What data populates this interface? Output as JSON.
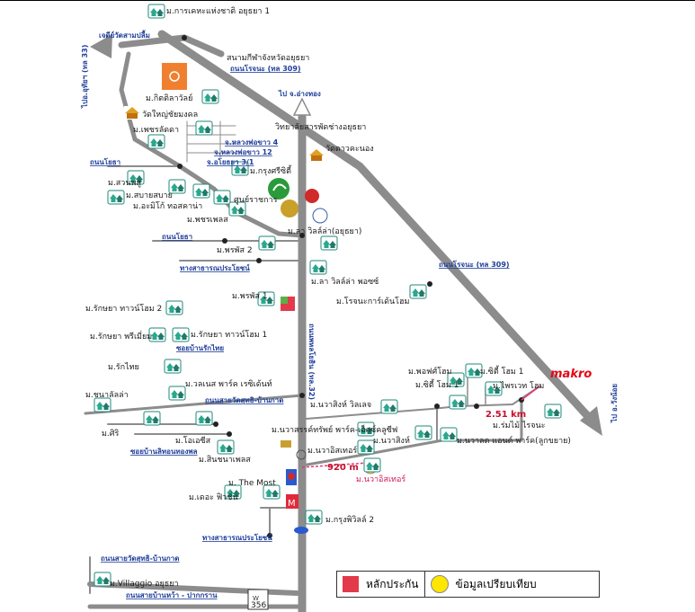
{
  "colors": {
    "road": "#8c8c8c",
    "highlight": "#e23a4a",
    "compare": "#ffe600",
    "road_label": "#1f3e9a",
    "makro": "#e30613"
  },
  "legend": {
    "guarantee_label": "หลักประกัน",
    "compare_label": "ข้อมูลเปรียบเทียบ"
  },
  "brand": {
    "makro": "makro"
  },
  "distances": {
    "d1": "920 m",
    "d2": "2.51 km"
  },
  "roads": {
    "r1": "ไปอ.อุทัยฯ (ทล 33)",
    "r2": "เจดีย์วัดสามปลื้ม",
    "r3": "ถนนโรจนะ (ทล 309)",
    "r4": "ไป จ.อ่างทอง",
    "r5": "ถนนโรจนะ (ทล 309)",
    "r6": "ถนนพหลโยธิน (ทล.32)",
    "r7": "ถนนโยธา",
    "r8": "ถนนโยธา",
    "r9": "ทางสาธารณประโยชน์",
    "r10": "ซอยบ้านรักไทย",
    "r11": "ถนนสายวัดสุทธิ-บ้านกาด",
    "r12": "ซอยบ้านลิทอนทองพล",
    "r13": "ทางสาธารณประโยชน์",
    "r14": "ถนนสายวัดสุทธิ-บ้านกาด",
    "r15": "ถนนสายบ้านหว้า - ปากกราน",
    "r16": "ไป อ.วังน้อย",
    "r17": "จ.หลวงพ่อขาว 4",
    "r18": "จ.หลวงพ่อขาว 12",
    "r19": "จ.อโยธยา 3/1",
    "route_no": "356"
  },
  "places": [
    "ม.การเคหะแห่งชาติ อยุธยา 1",
    "สนามกีฬาจังหวัดอยุธยา",
    "ม.กิตติลาวัลย์",
    "วัดใหญ่ชัยมงคล",
    "ม.เพชรลัดดา",
    "วิทยาลัยสารพัดช่างอยุธยา",
    "วัดดาวคะนอง",
    "ม.กรุงศรีซิตี้",
    "ม.สวนพลู",
    "ม.สบายสบาย",
    "ม.อะมิโก้ ทอสคาน่า",
    "ศูนย์ราชการ",
    "ม.พชรเพลส",
    "ม.ลา วิลล์ล่า(อยุธยา)",
    "ม.พรพัส 2",
    "ม.ลา วิลล์ล่า พอซซ์",
    "ม.โรจนะการ์เด้นโฮม",
    "ม.พรพัส 1",
    "ม.รักษยา ทาวน์โฮม 2",
    "ม.รักษยา พรีเมี่ยม",
    "ม.รักษยา ทาวน์โฮม 1",
    "ม.รักไทย",
    "ม.วลเนส พาร์ค เรซิเด้นท์",
    "ม.ชนาลัลล่า",
    "ม.ศิริ",
    "ม.โอเอซีส",
    "ม.สินชนาเพลส",
    "ม.นวาสิงห์ วิลเลจ",
    "ม.นวาสรรค์ทรัพย์ พาร์ค-เอ็กซ์คลูซีฟ",
    "ม.นวาสิงห์",
    "ม.นวาอิสเทอร์",
    "ม.นวาอิสเทอร์",
    "ม.นวาลด แอนด์ พาร์ค(ลูกขยาย)",
    "ม.พอฟศ์โฮม",
    "ม.ซิตี้ โฮม 1",
    "ม.ซิตี้ โฮม 1",
    "ม.ไพรเวท โฮม",
    "ม.ร่มไม้ ไรจนะ",
    "ม. The Most",
    "ม.เดอะ ฟิวชั่น",
    "ม.กรุงพิวิลล์ 2",
    "ม.Villaggio อยุธยา"
  ]
}
